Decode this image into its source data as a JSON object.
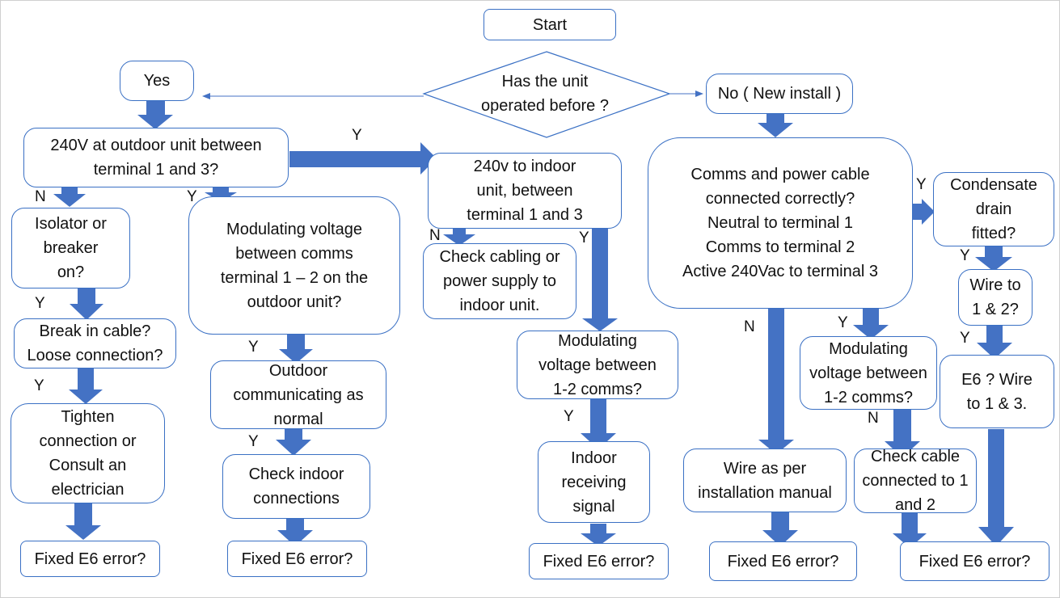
{
  "nodes": {
    "start": "Start",
    "decision": "Has the unit\noperated before ?",
    "yes": "Yes",
    "no": "No ( New install )",
    "outdoor_240v": "240V at outdoor unit between\nterminal 1 and 3?",
    "indoor_240v": "240v to indoor\nunit, between\nterminal 1 and 3",
    "comms_power": "Comms and power cable\nconnected correctly?\nNeutral to terminal 1\nComms to terminal 2\nActive 240Vac to terminal 3",
    "condensate": "Condensate\ndrain\nfitted?",
    "isolator": "Isolator or\nbreaker\non?",
    "modulating_outdoor": "Modulating voltage\nbetween comms\nterminal 1 – 2 on the\noutdoor unit?",
    "check_cabling": "Check cabling or\npower supply to\nindoor unit.",
    "wire_12": "Wire to\n1 & 2?",
    "break_cable": "Break in cable?\nLoose connection?",
    "outdoor_comm": "Outdoor\ncommunicating as\nnormal",
    "modulating_12_mid": "Modulating\nvoltage between\n1-2 comms?",
    "modulating_12_right": "Modulating\nvoltage between\n1-2 comms?",
    "e6_wire13": "E6 ? Wire\nto 1 & 3.",
    "tighten": "Tighten\nconnection or\nConsult an\nelectrician",
    "check_indoor": "Check indoor\nconnections",
    "indoor_receiving": "Indoor\nreceiving\nsignal",
    "wire_manual": "Wire as per\ninstallation manual",
    "check_cable_12": "Check cable\nconnected to 1\nand 2",
    "fixed_1": "Fixed E6 error?",
    "fixed_2": "Fixed E6 error?",
    "fixed_3": "Fixed E6 error?",
    "fixed_4": "Fixed E6 error?",
    "fixed_5": "Fixed E6 error?"
  },
  "edge_labels": {
    "y_outdoor_to_indoor": "Y",
    "n_outdoor": "N",
    "y_outdoor": "Y",
    "n_indoor": "N",
    "y_indoor": "Y",
    "y_condensate": "Y",
    "y_isolator": "Y",
    "y_break": "Y",
    "y_modulating_outdoor": "Y",
    "y_outdoor_comm": "Y",
    "y_mod_mid": "Y",
    "n_comms": "N",
    "y_comms": "Y",
    "n_mod_right": "N",
    "y_cond_down": "Y",
    "y_wire12": "Y"
  },
  "colors": {
    "arrow": "#4472c4",
    "box_border": "#3a70c4"
  }
}
